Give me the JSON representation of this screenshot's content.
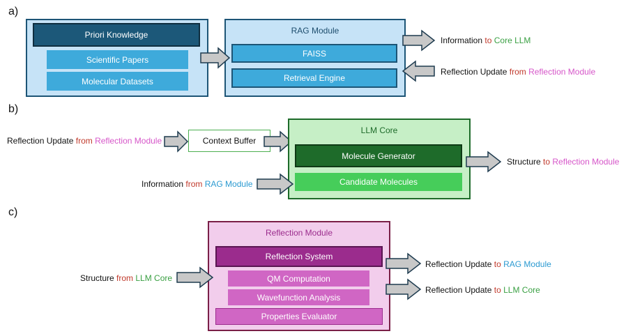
{
  "colors": {
    "rag_panel_bg": "#c6e3f7",
    "rag_panel_border": "#1d5576",
    "rag_dark": "#1c5879",
    "rag_mid": "#3eaadb",
    "llm_panel_bg": "#c6efc6",
    "llm_dark": "#1e6b2a",
    "llm_mid": "#46cd5a",
    "refl_panel_bg": "#f2cdec",
    "refl_panel_border": "#7a1f47",
    "refl_dark": "#9b2c8d",
    "refl_mid": "#d066c4",
    "text_red": "#c0392b",
    "text_green": "#3aa043",
    "text_pink": "#d656c9",
    "text_blue": "#2b9ad1",
    "arrow_fill": "#c8c8c8",
    "arrow_stroke": "#1e3b4f"
  },
  "panel_a": {
    "label": "a)",
    "prior": {
      "header": "Priori Knowledge",
      "items": [
        "Scientific Papers",
        "Molecular Datasets"
      ]
    },
    "rag": {
      "title": "RAG Module",
      "items": [
        "FAISS",
        "Retrieval Engine"
      ]
    },
    "out": {
      "pre": "Information",
      "conn": "to",
      "target": "Core LLM"
    },
    "in": {
      "pre": "Reflection Update",
      "conn": "from",
      "target": "Reflection Module"
    }
  },
  "panel_b": {
    "label": "b)",
    "in_reflection": {
      "pre": "Reflection Update",
      "conn": "from",
      "target": "Reflection Module"
    },
    "context_buffer": "Context Buffer",
    "llm": {
      "title": "LLM Core",
      "items": [
        "Molecule Generator",
        "Candidate Molecules"
      ]
    },
    "in_rag": {
      "pre": "Information",
      "conn": "from",
      "target": "RAG Module"
    },
    "out": {
      "pre": "Structure",
      "conn": "to",
      "target": "Reflection Module"
    }
  },
  "panel_c": {
    "label": "c)",
    "refl": {
      "title": "Reflection Module",
      "items": [
        "Reflection System",
        "QM Computation",
        "Wavefunction Analysis",
        "Properties Evaluator"
      ]
    },
    "in": {
      "pre": "Structure",
      "conn": "from",
      "target": "LLM Core"
    },
    "out_rag": {
      "pre": "Reflection Update",
      "conn": "to",
      "target": "RAG Module"
    },
    "out_llm": {
      "pre": "Reflection Update",
      "conn": "to",
      "target": "LLM Core"
    }
  }
}
